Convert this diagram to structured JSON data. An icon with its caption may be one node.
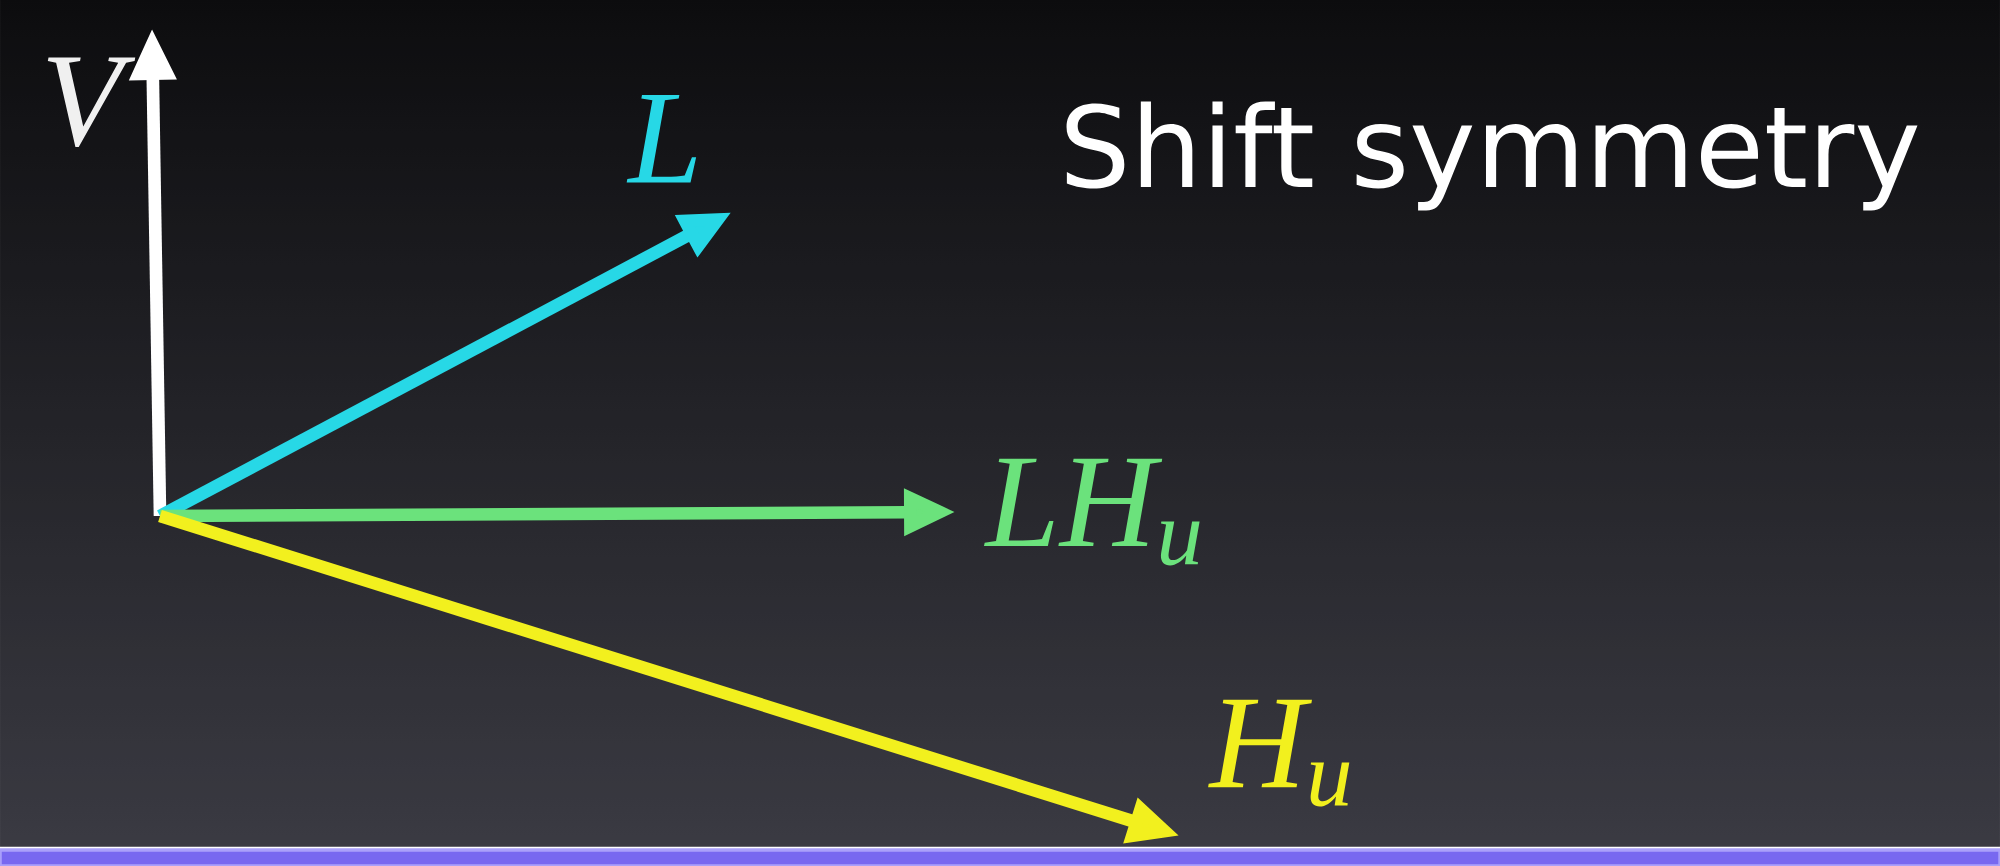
{
  "diagram": {
    "title": "Shift symmetry",
    "nodes": [
      {
        "text": [
          "V"
        ]
      },
      {
        "text": [
          "L"
        ]
      },
      {
        "text": [
          "LH$_{u}$"
        ]
      },
      {
        "text": [
          "H$_{u}$"
        ]
      }
    ],
    "edges": [
      {
        "from": null,
        "to": 0,
        "arrow": "to",
        "color": "#ffffff"
      },
      {
        "from": null,
        "to": 1,
        "arrow": "to",
        "color": "#27d8e6"
      },
      {
        "from": null,
        "to": 2,
        "arrow": "to",
        "color": "#6be27c"
      },
      {
        "from": null,
        "to": 3,
        "arrow": "to",
        "color": "#f2f01e"
      }
    ]
  }
}
